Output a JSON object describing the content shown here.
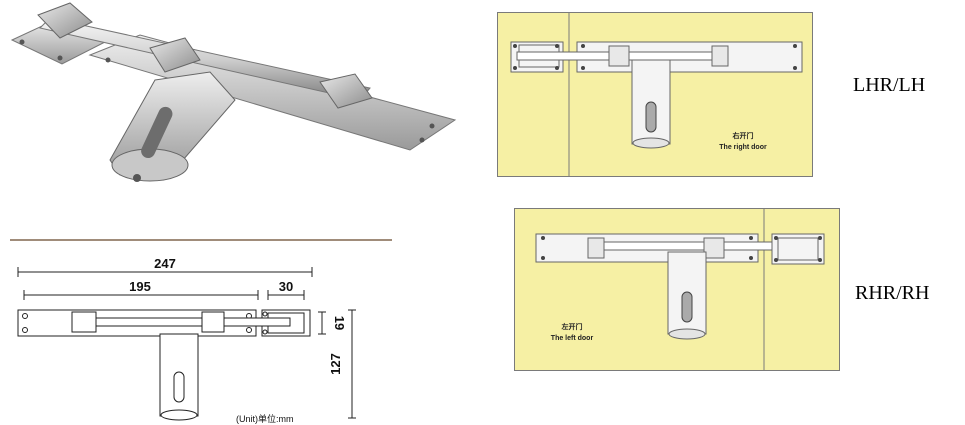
{
  "panels": {
    "right_door": {
      "label_cn": "右开门",
      "label_en": "The right door",
      "orientation": "LHR/LH"
    },
    "left_door": {
      "label_cn": "左开门",
      "label_en": "The left door",
      "orientation": "RHR/RH"
    }
  },
  "dimensions": {
    "overall_length": "247",
    "bolt_length": "195",
    "keeper_length": "30",
    "bar_height": "19",
    "total_height": "127",
    "unit_label": "(Unit)单位:mm"
  },
  "colors": {
    "door_fill": "#f6f0a4",
    "door_stroke": "#7a7a7a",
    "metal_light": "#e4e4e4",
    "metal_dark": "#8a8a8a"
  }
}
